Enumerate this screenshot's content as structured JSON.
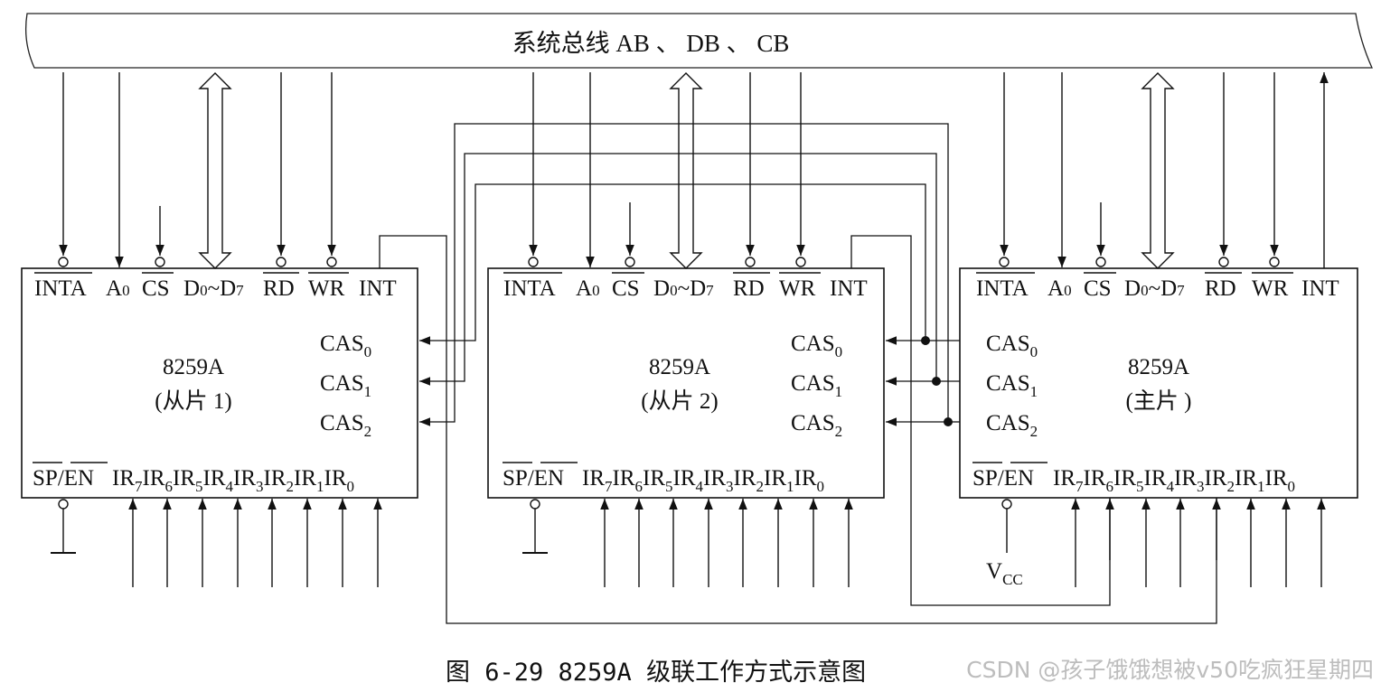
{
  "bus": {
    "label": "系统总线 AB 、 DB 、 CB"
  },
  "pins": {
    "inta": "INTA",
    "a0": "A",
    "a0_sub": "0",
    "cs": "CS",
    "data_d": "D",
    "data_sub0": "0",
    "data_tilde": "~D",
    "data_sub7": "7",
    "rd": "RD",
    "wr": "WR",
    "int": "INT",
    "cas": "CAS",
    "cas_sub": [
      "0",
      "1",
      "2"
    ],
    "sp": "SP",
    "slash": "/",
    "en": "EN",
    "ir": "IR",
    "ir_sub": [
      "7",
      "6",
      "5",
      "4",
      "3",
      "2",
      "1",
      "0"
    ]
  },
  "chips": [
    {
      "name": "8259A",
      "role": "(从片 1)"
    },
    {
      "name": "8259A",
      "role": "(从片 2)"
    },
    {
      "name": "8259A",
      "role": "(主片 )"
    }
  ],
  "vcc": {
    "v": "V",
    "sub": "CC"
  },
  "caption": "图 6-29  8259A 级联工作方式示意图",
  "watermark": "CSDN @孩子饿饿想被v50吃疯狂星期四"
}
